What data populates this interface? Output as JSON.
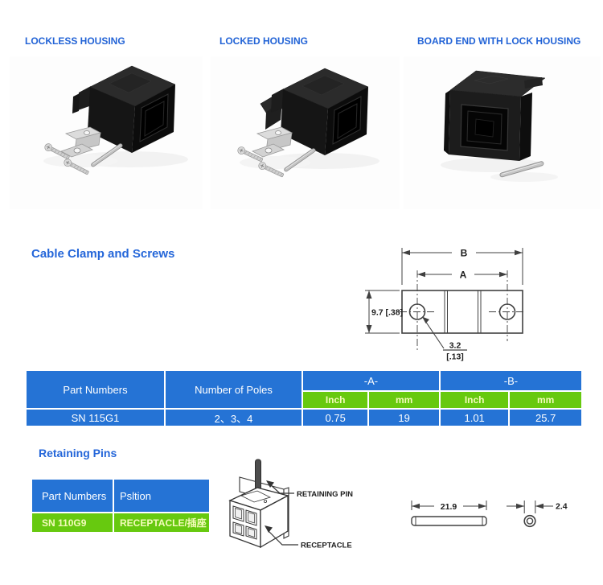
{
  "colors": {
    "heading_blue": "#2263d6",
    "table_blue": "#2573d5",
    "table_green": "#67c90f",
    "green_cell_text": "#f4fbbb",
    "drawing_line": "#404040"
  },
  "products": [
    {
      "label": "LOCKLESS HOUSING"
    },
    {
      "label": "LOCKED HOUSING"
    },
    {
      "label": "BOARD END WITH LOCK HOUSING"
    }
  ],
  "cable_clamp_section": {
    "heading": "Cable Clamp and Screws",
    "drawing": {
      "dim_b": "B",
      "dim_a": "A",
      "dim_height": "9.7 [.38]",
      "hole_mm": "3.2",
      "hole_inch": "[.13]"
    },
    "table": {
      "header_part": "Part Numbers",
      "header_poles": "Number of Poles",
      "header_a": "-A-",
      "header_b": "-B-",
      "sub_a_inch": "Inch",
      "sub_a_mm": "mm",
      "sub_b_inch": "Inch",
      "sub_b_mm": "mm",
      "row": {
        "part": "SN 115G1",
        "poles": "2、3、4",
        "a_inch": "0.75",
        "a_mm": "19",
        "b_inch": "1.01",
        "b_mm": "25.7"
      }
    }
  },
  "retaining_pins_section": {
    "heading": "Retaining Pins",
    "table": {
      "header_part": "Part Numbers",
      "header_position": "Psltion",
      "row": {
        "part": "SN 110G9",
        "position": "RECEPTACLE/插座"
      }
    },
    "diagram": {
      "label_pin": "RETAINING PIN",
      "label_receptacle": "RECEPTACLE"
    },
    "pin_drawing": {
      "length": "21.9",
      "diameter": "2.4"
    }
  }
}
